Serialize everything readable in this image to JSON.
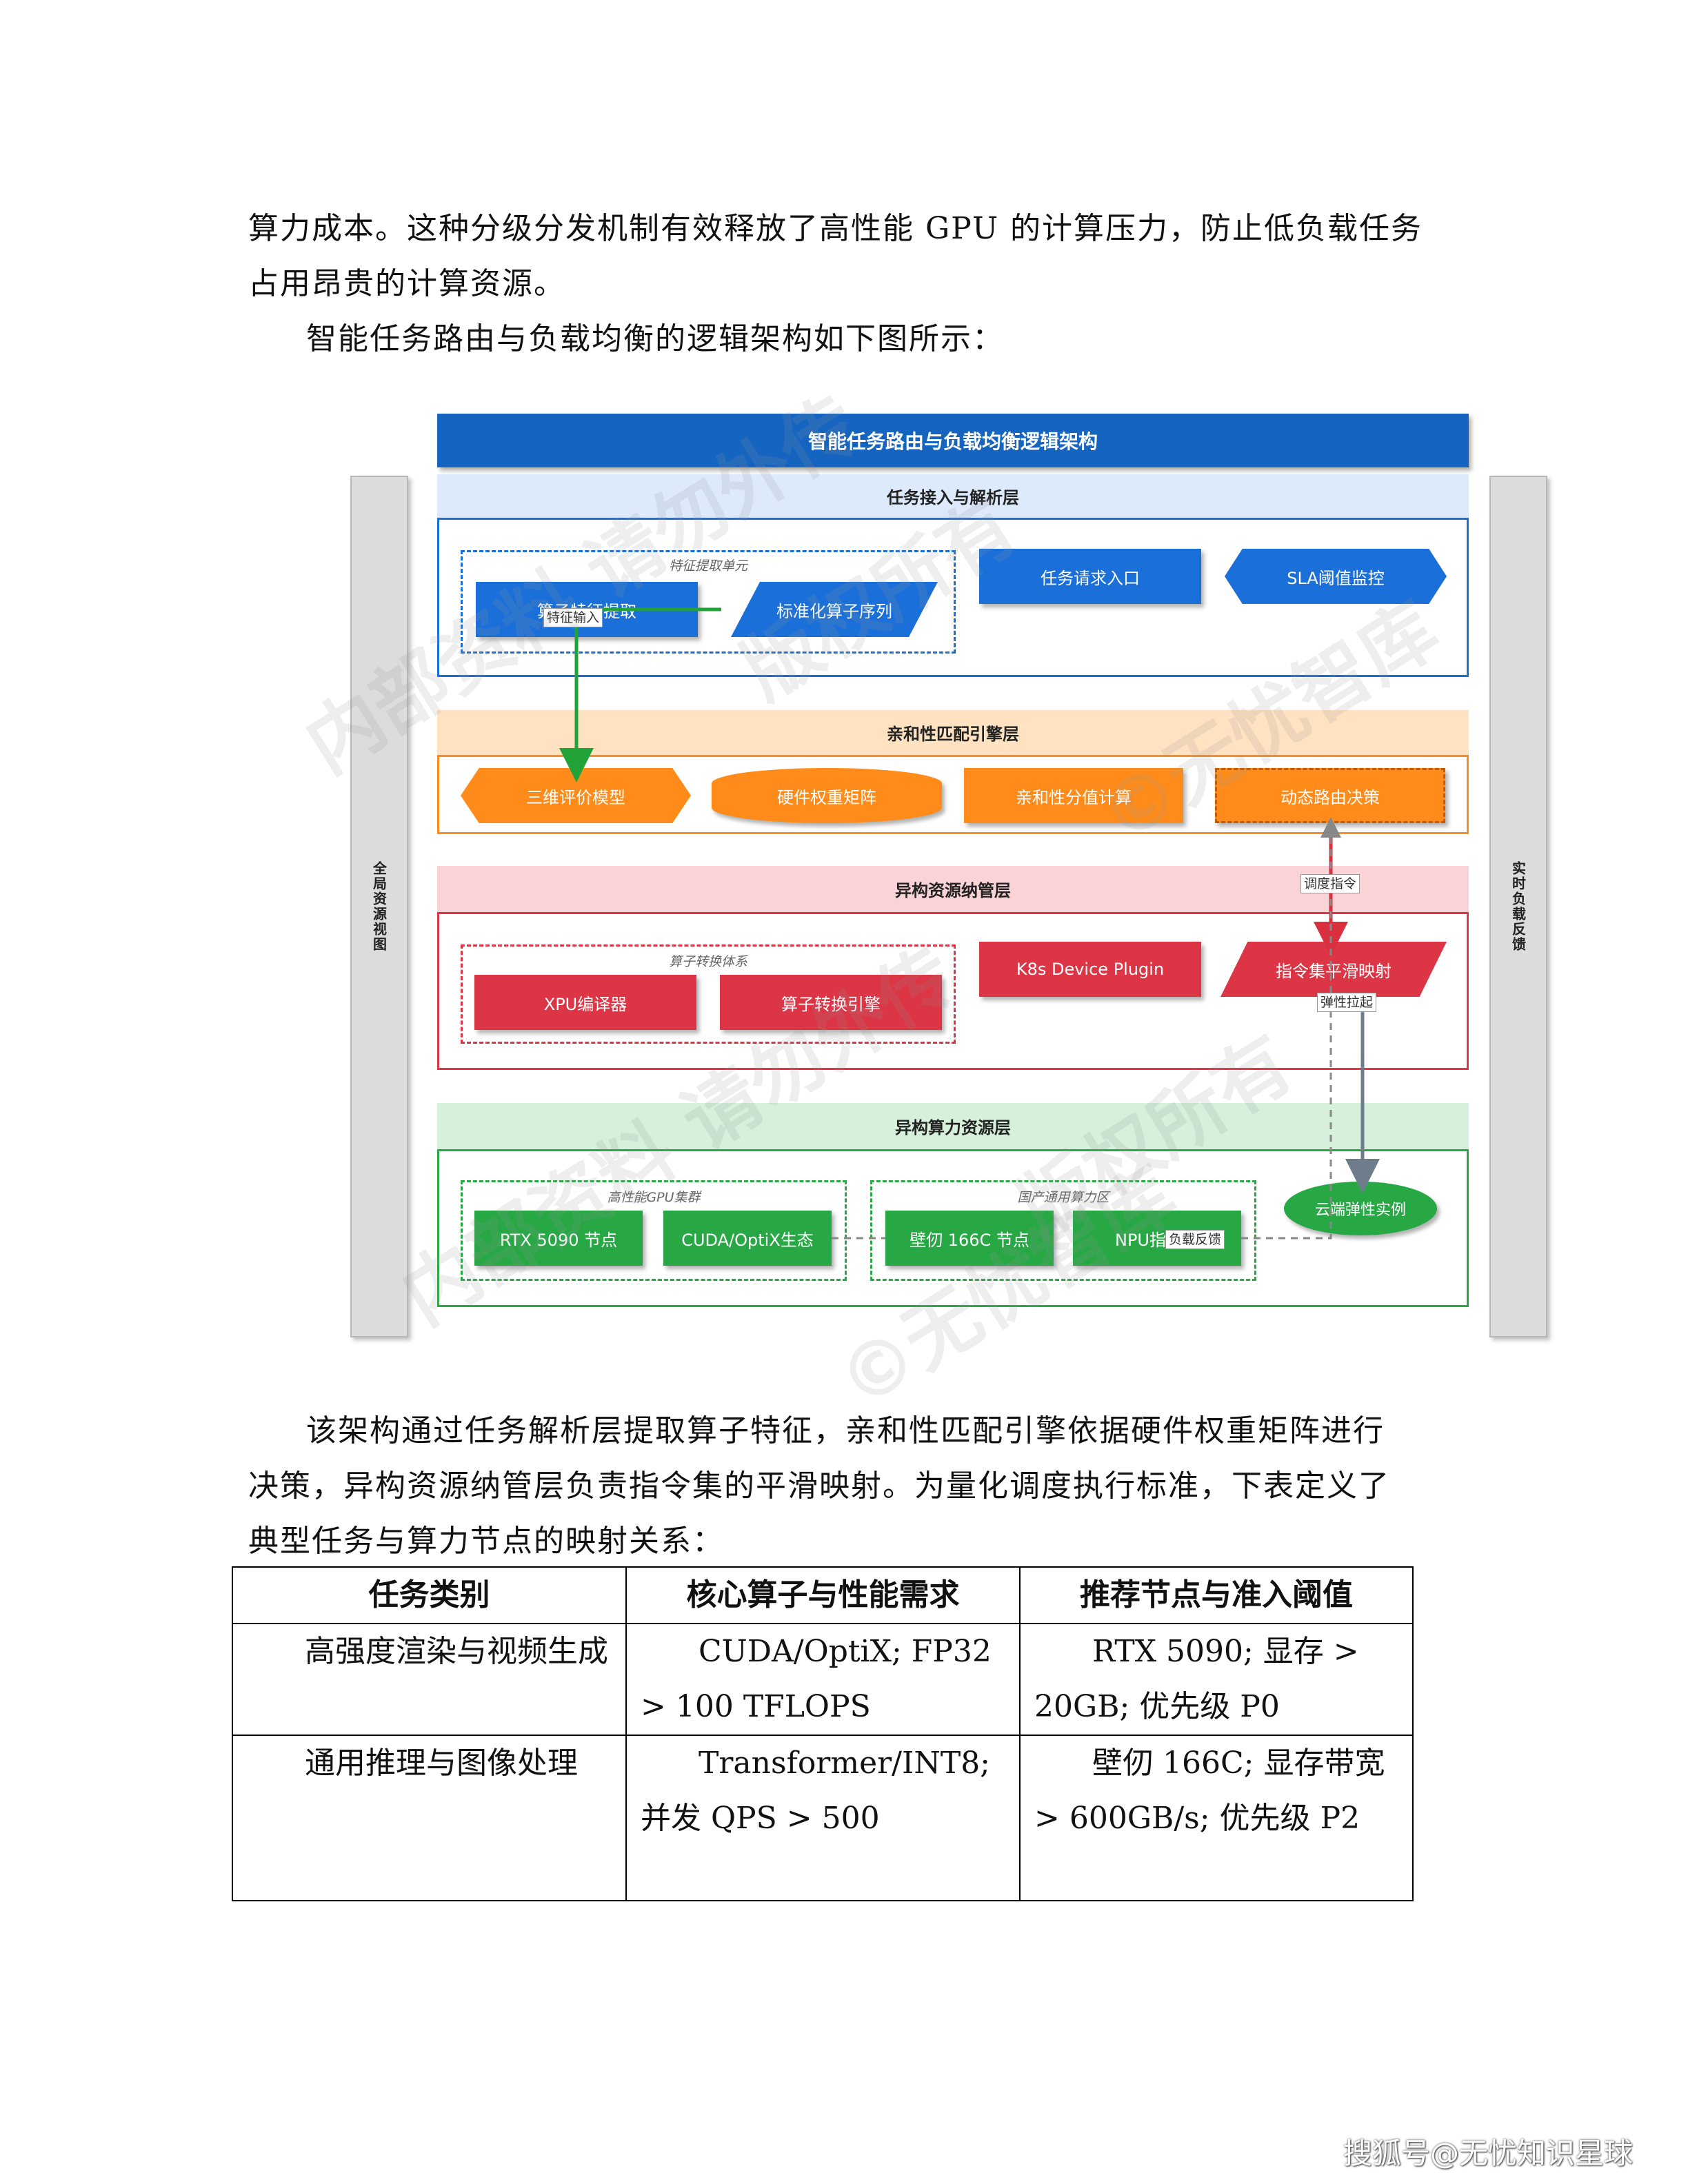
{
  "paragraphs": {
    "p1_line1": "算力成本。这种分级分发机制有效释放了高性能 GPU 的计算压力，防止低负载任务",
    "p1_line2": "占用昂贵的计算资源。",
    "p2": "智能任务路由与负载均衡的逻辑架构如下图所示：",
    "p3_line1": "该架构通过任务解析层提取算子特征，亲和性匹配引擎依据硬件权重矩阵进行",
    "p3_line2": "决策，异构资源纳管层负责指令集的平滑映射。为量化调度执行标准，下表定义了",
    "p3_line3": "典型任务与算力节点的映射关系："
  },
  "diagram": {
    "title": "智能任务路由与负载均衡逻辑架构",
    "left_side": "全局资源视图",
    "right_side": "实时负载反馈",
    "layer1": {
      "title": "任务接入与解析层",
      "group_label": "特征提取单元",
      "node_a": "算子特征提取",
      "node_b": "标准化算子序列",
      "node_c": "任务请求入口",
      "node_d": "SLA阈值监控"
    },
    "layer2": {
      "title": "亲和性匹配引擎层",
      "node_a": "三维评价模型",
      "node_b": "硬件权重矩阵",
      "node_c": "亲和性分值计算",
      "node_d": "动态路由决策"
    },
    "layer3": {
      "title": "异构资源纳管层",
      "group_label": "算子转换体系",
      "node_a": "XPU编译器",
      "node_b": "算子转换引擎",
      "node_c": "K8s Device Plugin",
      "node_d": "指令集平滑映射"
    },
    "layer4": {
      "title": "异构算力资源层",
      "group1_label": "高性能GPU集群",
      "group2_label": "国产通用算力区",
      "node_a": "RTX 5090 节点",
      "node_b": "CUDA/OptiX生态",
      "node_c": "壁仞 166C 节点",
      "node_d": "NPU指令集",
      "cloud": "云端弹性实例"
    },
    "edge_labels": {
      "feature_input": "特征输入",
      "dispatch": "调度指令",
      "elastic": "弹性拉起",
      "load_feedback": "负载反馈"
    },
    "watermarks": [
      "内部资料 请勿外传",
      "版权所有",
      "©无忧智库",
      "内部资料 请勿外传",
      "版权所有",
      "©无忧智库"
    ],
    "colors": {
      "blue": "#1a6fd8",
      "orange": "#ff8c1a",
      "red": "#dc3545",
      "green": "#28a745",
      "title_blue": "#1565c0"
    }
  },
  "table": {
    "headers": [
      "任务类别",
      "核心算子与性能需求",
      "推荐节点与准入阈值"
    ],
    "rows": [
      [
        "高强度渲染与视频生成",
        "CUDA/OptiX; FP32 > 100 TFLOPS",
        "RTX 5090; 显存 > 20GB; 优先级 P0"
      ],
      [
        "通用推理与图像处理",
        "Transformer/INT8; 并发 QPS > 500",
        "壁仞 166C; 显存带宽 > 600GB/s; 优先级 P2"
      ]
    ]
  },
  "footer": "搜狐号@无忧知识星球"
}
